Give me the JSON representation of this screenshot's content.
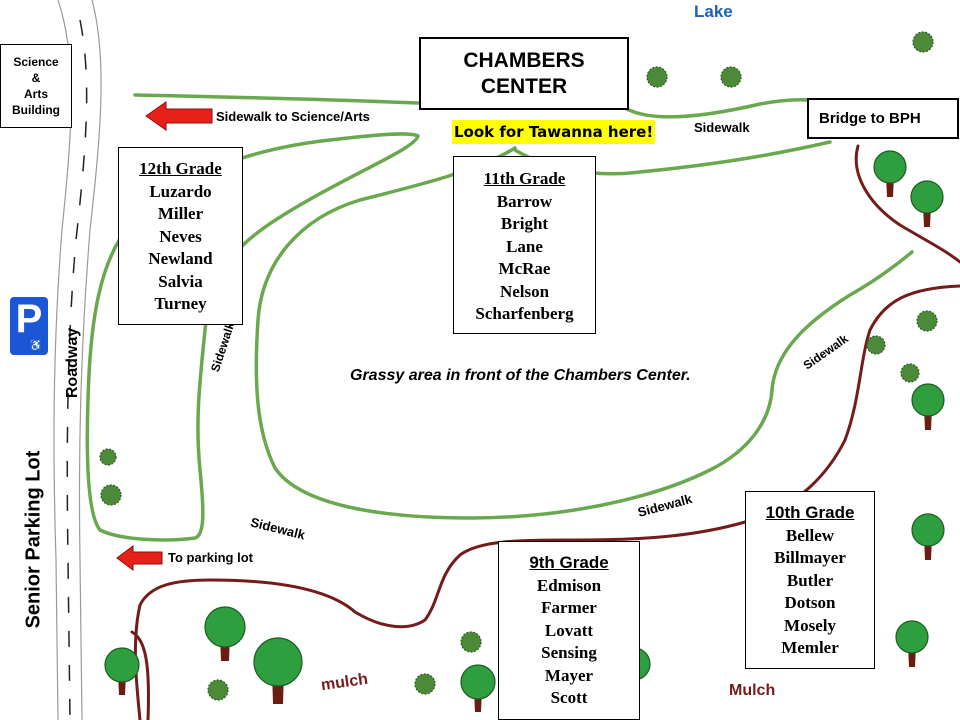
{
  "labels": {
    "lake": "Lake",
    "chambers_center": [
      "CHAMBERS",
      "CENTER"
    ],
    "look_for": "Look for Tawanna here!",
    "science_arts_building": [
      "Science",
      "&",
      "Arts",
      "Building"
    ],
    "sidewalk_to_science_arts": "Sidewalk to Science/Arts",
    "bridge_to_bph": "Bridge to BPH",
    "sidewalk": "Sidewalk",
    "roadway": "Roadway",
    "senior_parking_lot": "Senior Parking Lot",
    "to_parking_lot": "To parking lot",
    "grassy_area": "Grassy area in front of the Chambers Center.",
    "mulch_lower": "mulch",
    "mulch_upper": "Mulch",
    "parking_sign": "P"
  },
  "grades": {
    "g12": {
      "title": "12th Grade",
      "names": [
        "Luzardo",
        "Miller",
        "Neves",
        "Newland",
        "Salvia",
        "Turney"
      ]
    },
    "g11": {
      "title": "11th Grade",
      "names": [
        "Barrow",
        "Bright",
        "Lane",
        "McRae",
        "Nelson",
        "Scharfenberg"
      ]
    },
    "g10": {
      "title": "10th Grade",
      "names": [
        "Bellew",
        "Billmayer",
        "Butler",
        "Dotson",
        "Mosely",
        "Memler"
      ]
    },
    "g9": {
      "title": "9th Grade",
      "names": [
        "Edmison",
        "Farmer",
        "Lovatt",
        "Sensing",
        "Mayer",
        "Scott"
      ]
    }
  },
  "colors": {
    "sidewalk": "#6aa84f",
    "mulch": "#741b1b",
    "arrow": "#e8201a",
    "lake_text": "#1c5fbd",
    "highlight": "#ffff00",
    "parking_sign": "#1a56d6",
    "mulch_text": "#741b1b"
  }
}
